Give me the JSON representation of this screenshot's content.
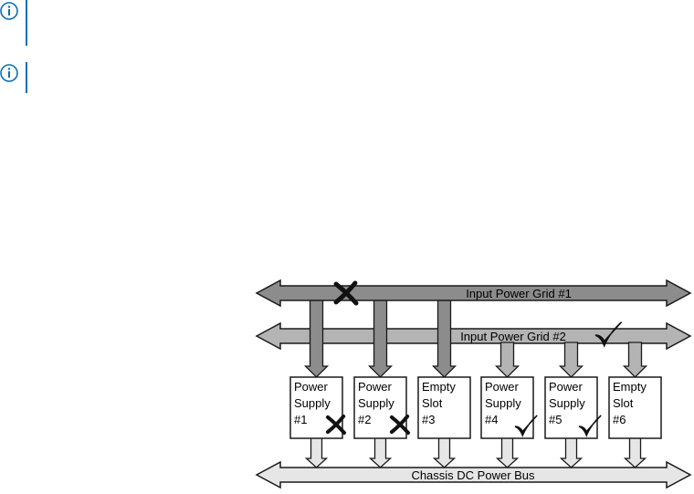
{
  "notes": [
    {
      "icon": "info-icon"
    },
    {
      "icon": "info-icon"
    }
  ],
  "diagram": {
    "grid1": "Input Power Grid #1",
    "grid2": "Input Power Grid #2",
    "bus": "Chassis DC Power Bus",
    "slots": [
      {
        "line1": "Power",
        "line2": "Supply",
        "line3": "#1",
        "status": "fail",
        "grid": 1
      },
      {
        "line1": "Power",
        "line2": "Supply",
        "line3": "#2",
        "status": "fail",
        "grid": 1
      },
      {
        "line1": "Empty",
        "line2": "Slot",
        "line3": "#3",
        "status": "empty",
        "grid": 1
      },
      {
        "line1": "Power",
        "line2": "Supply",
        "line3": "#4",
        "status": "ok",
        "grid": 2
      },
      {
        "line1": "Power",
        "line2": "Supply",
        "line3": "#5",
        "status": "ok",
        "grid": 2
      },
      {
        "line1": "Empty",
        "line2": "Slot",
        "line3": "#6",
        "status": "empty",
        "grid": 2
      }
    ],
    "grid1_status": "fail",
    "grid2_status": "ok",
    "colors": {
      "grid1": "#8c8c8c",
      "grid2": "#b4b4b4",
      "bus": "#e6e6e6",
      "outline": "#1a1a1a",
      "info": "#0a6fb8"
    }
  }
}
